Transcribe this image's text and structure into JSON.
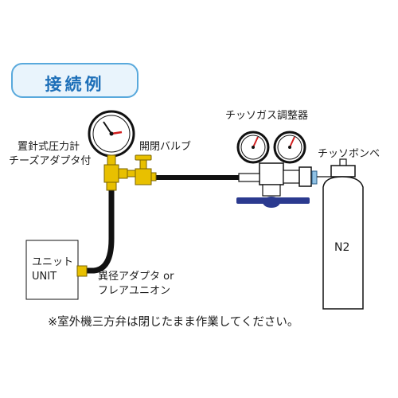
{
  "header": {
    "title": "接続例"
  },
  "labels": {
    "gauge_line1": "置針式圧力計",
    "gauge_line2": "チーズアダプタ付",
    "valve": "開閉バルブ",
    "regulator": "チッソガス調整器",
    "cylinder": "チッソボンベ",
    "cylinder_mark": "N2",
    "unit_line1": "ユニット",
    "unit_line2": "UNIT",
    "adapter_line1": "異径アダプタ or",
    "adapter_line2": "フレアユニオン"
  },
  "note": "※室外機三方弁は閉じたまま作業してください。",
  "colors": {
    "tab_border": "#59a9dc",
    "tab_fill": "#e9f4fc",
    "tab_text": "#1d6fb8",
    "brass": "#e8c000",
    "hose": "#111111",
    "regulator_blue": "#2b3a8f",
    "needle": "#d21f1f"
  }
}
